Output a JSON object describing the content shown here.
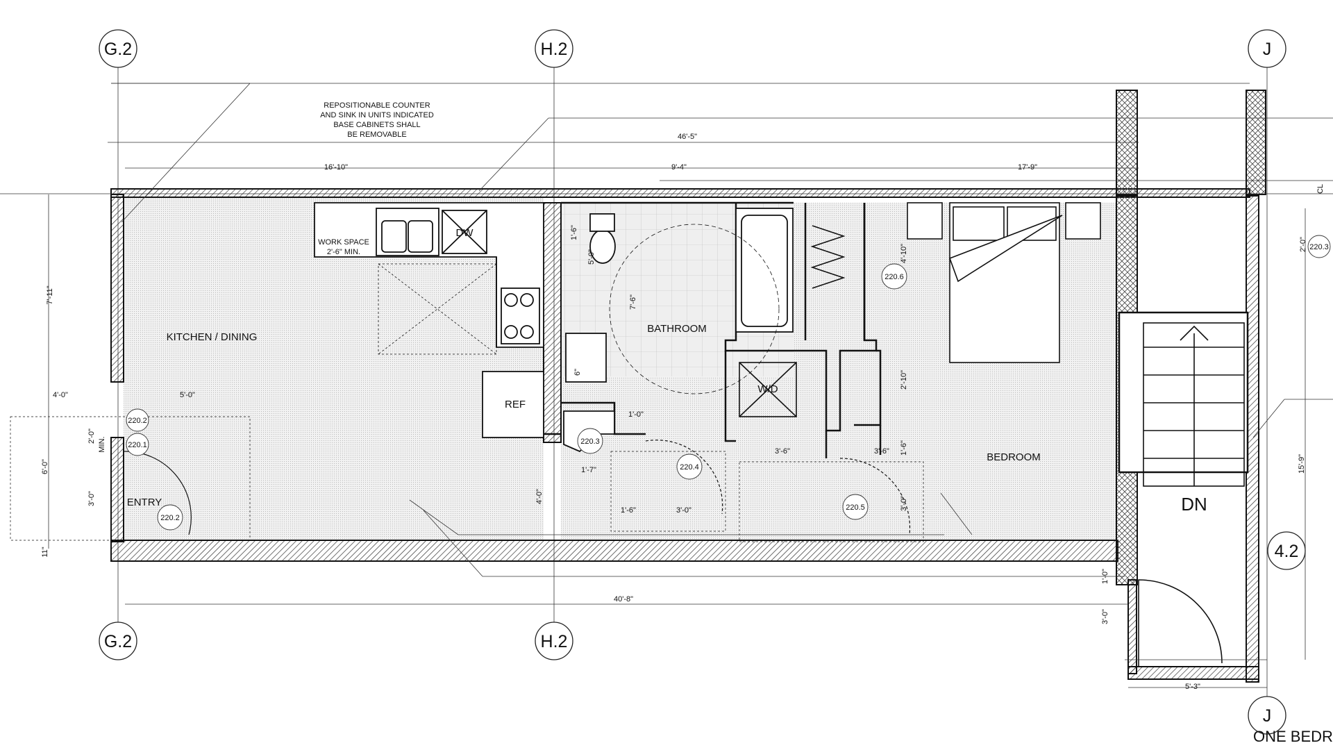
{
  "grid_labels": {
    "g2": "G.2",
    "h2": "H.2",
    "j": "J",
    "j_bottom": "J",
    "four_two": "4.2"
  },
  "rooms": {
    "kitchen": "KITCHEN / DINING",
    "bathroom": "BATHROOM",
    "bedroom": "BEDROOM",
    "entry": "ENTRY",
    "ref": "REF",
    "dw": "DW",
    "wd": "W/D",
    "stair": "DN"
  },
  "notes": {
    "counter": [
      "REPOSITIONABLE COUNTER",
      "AND SINK IN UNITS INDICATED",
      "BASE CABINETS SHALL",
      "BE REMOVABLE"
    ],
    "workspace": [
      "WORK SPACE",
      "2'-6\" MIN."
    ],
    "title": "ONE BEDR",
    "min": "MIN."
  },
  "tags": {
    "t2202a": "220.2",
    "t2201": "220.1",
    "t2202b": "220.2",
    "t2203": "220.3",
    "t2204": "220.4",
    "t2205": "220.5",
    "t2206": "220.6",
    "t220x": "220.3"
  },
  "dimensions": {
    "overall_top": "46'-5\"",
    "kitchen_w": "16'-10\"",
    "bath_w": "9'-4\"",
    "bed_w": "17'-9\"",
    "overall_bottom": "40'-8\"",
    "left_h1": "7'-11\"",
    "left_h2": "6'-0\"",
    "left_h3": "11\"",
    "left_4": "4'-0\"",
    "entry_5": "5'-0\"",
    "win_2": "2'-0\"",
    "door_3": "3'-0\"",
    "bath_1_0": "1'-0\"",
    "bath_1_7": "1'-7\"",
    "hall_4": "4'-0\"",
    "hall_1_6": "1'-6\"",
    "hall_3_0": "3'-0\"",
    "bath_7_6": "7'-6\"",
    "small_1_6": "1'-6\"",
    "toilet_side": "5'-0\"",
    "sink_side": "6\"",
    "wd_3_6a": "3'-6\"",
    "wd_3_6b": "3'-6\"",
    "bed_4_10": "4'-10\"",
    "bed_2_10": "2'-10\"",
    "bed_1_6": "1'-6\"",
    "bed_3_0": "3'-0\"",
    "right_2_0": "2'-0\"",
    "right_15_9": "15'-9\"",
    "stair_1_0": "1'-0\"",
    "stair_3_0": "3'-0\"",
    "stair_5_3": "5'-3\"",
    "cl": "CL",
    "right_tag": "220.3"
  }
}
